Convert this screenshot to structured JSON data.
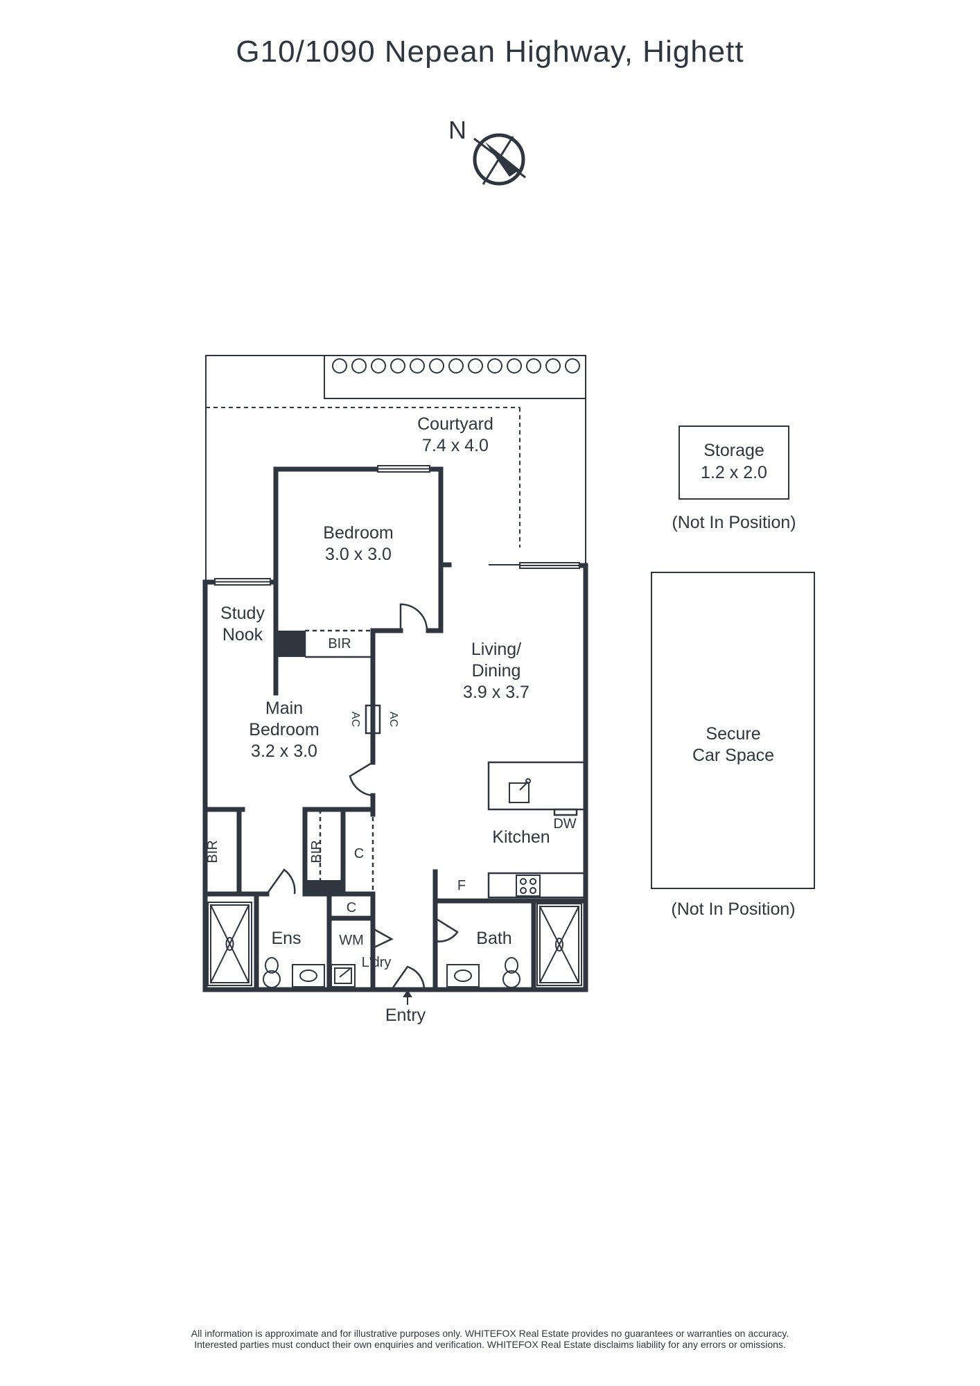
{
  "title": "G10/1090 Nepean Highway, Highett",
  "compass": {
    "label": "N"
  },
  "rooms": {
    "courtyard": {
      "name": "Courtyard",
      "size": "7.4 x 4.0"
    },
    "bedroom": {
      "name": "Bedroom",
      "size": "3.0 x 3.0"
    },
    "study_nook": {
      "line1": "Study",
      "line2": "Nook"
    },
    "bir_top": "BIR",
    "living_dining": {
      "line1": "Living/",
      "line2": "Dining",
      "size": "3.9 x 3.7"
    },
    "main_bedroom": {
      "line1": "Main",
      "line2": "Bedroom",
      "size": "3.2 x 3.0"
    },
    "ac_left": "AC",
    "ac_right": "AC",
    "kitchen": "Kitchen",
    "dw": "DW",
    "bir_left": "BIR",
    "bir_mid": "BIR",
    "cupboard_upper": "C",
    "cupboard_lower": "C",
    "fridge": "F",
    "ensuite": "Ens",
    "wm": "WM",
    "laundry": "L'dry",
    "bath": "Bath",
    "entry": "Entry"
  },
  "storage": {
    "name": "Storage",
    "size": "1.2 x 2.0",
    "note": "(Not In Position)"
  },
  "car_space": {
    "line1": "Secure",
    "line2": "Car Space",
    "note": "(Not In Position)"
  },
  "disclaimer": {
    "line1": "All information is approximate and for illustrative purposes only. WHITEFOX Real Estate provides no guarantees or warranties on accuracy.",
    "line2": "Interested parties must conduct their own enquiries and verification. WHITEFOX Real Estate disclaims liability for any errors or omissions."
  }
}
